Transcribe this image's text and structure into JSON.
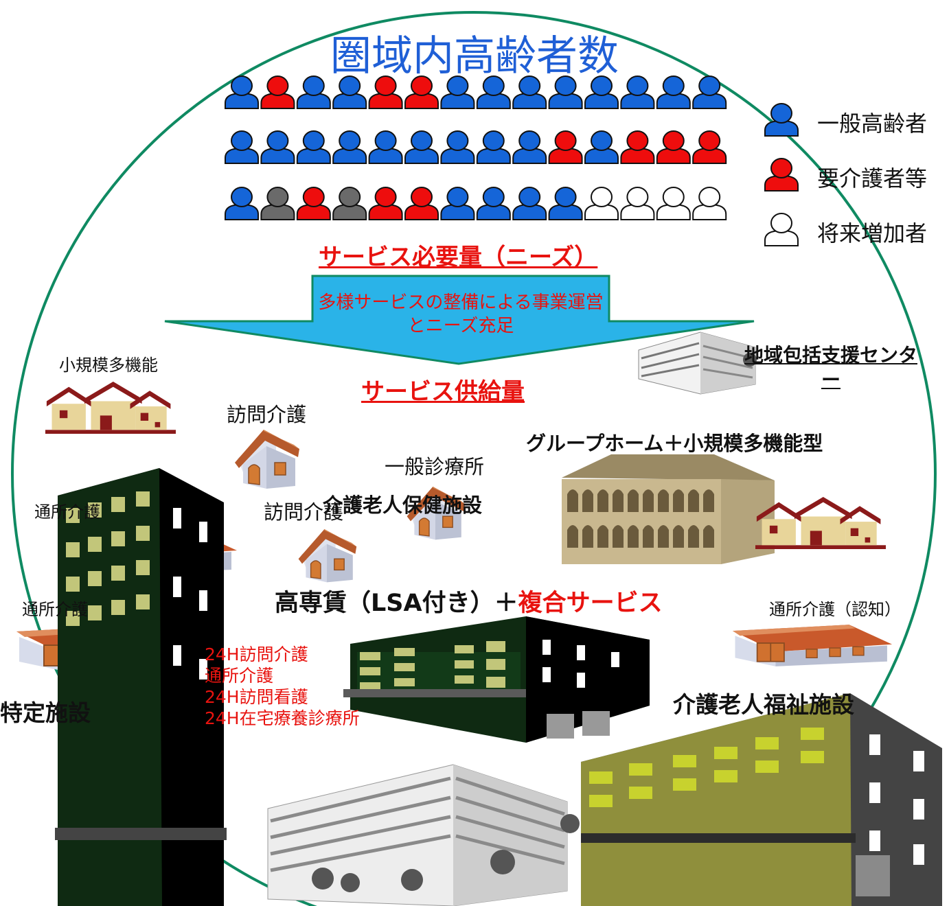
{
  "title": "圏域内高齢者数",
  "colors": {
    "general": "#1565d8",
    "care": "#ee0d0d",
    "gray": "#6a6a6a",
    "future": "#ffffff",
    "circle": "#0f8a62",
    "arrow": "#2ab3e8"
  },
  "people_rows": [
    [
      "general",
      "care",
      "general",
      "general",
      "care",
      "care",
      "general",
      "general",
      "general",
      "general",
      "general",
      "general",
      "general",
      "general"
    ],
    [
      "general",
      "general",
      "general",
      "general",
      "general",
      "general",
      "general",
      "general",
      "general",
      "care",
      "general",
      "care",
      "care",
      "care"
    ],
    [
      "general",
      "gray",
      "care",
      "gray",
      "care",
      "care",
      "general",
      "general",
      "general",
      "general",
      "future",
      "future",
      "future",
      "future"
    ]
  ],
  "legend": [
    {
      "type": "general",
      "label": "一般高齢者"
    },
    {
      "type": "care",
      "label": "要介護者等"
    },
    {
      "type": "future",
      "label": "将来増加者"
    }
  ],
  "needs_label": "サービス必要量（ニーズ）",
  "arrow_text": "多様サービスの整備による事業運営とニーズ充足",
  "supply_label": "サービス供給量",
  "center_label": "地域包括支援センター",
  "facilities": {
    "small_multi": "小規模多機能",
    "visit_care_1": "訪問介護",
    "visit_care_2": "訪問介護",
    "clinic": "一般診療所",
    "day_care_1": "通所介護",
    "day_care_2": "通所介護",
    "day_care_dementia": "通所介護（認知）",
    "group_home": "グループホーム＋小規模多機能型",
    "lsa_main": "高専賃（LSA付き）＋",
    "lsa_red": "複合サービス",
    "specified": "特定施設",
    "health": "介護老人保健施設",
    "welfare": "介護老人福祉施設"
  },
  "composite_services": [
    "24H訪問介護",
    "通所介護",
    "24H訪問看護",
    "24H在宅療養診療所"
  ]
}
